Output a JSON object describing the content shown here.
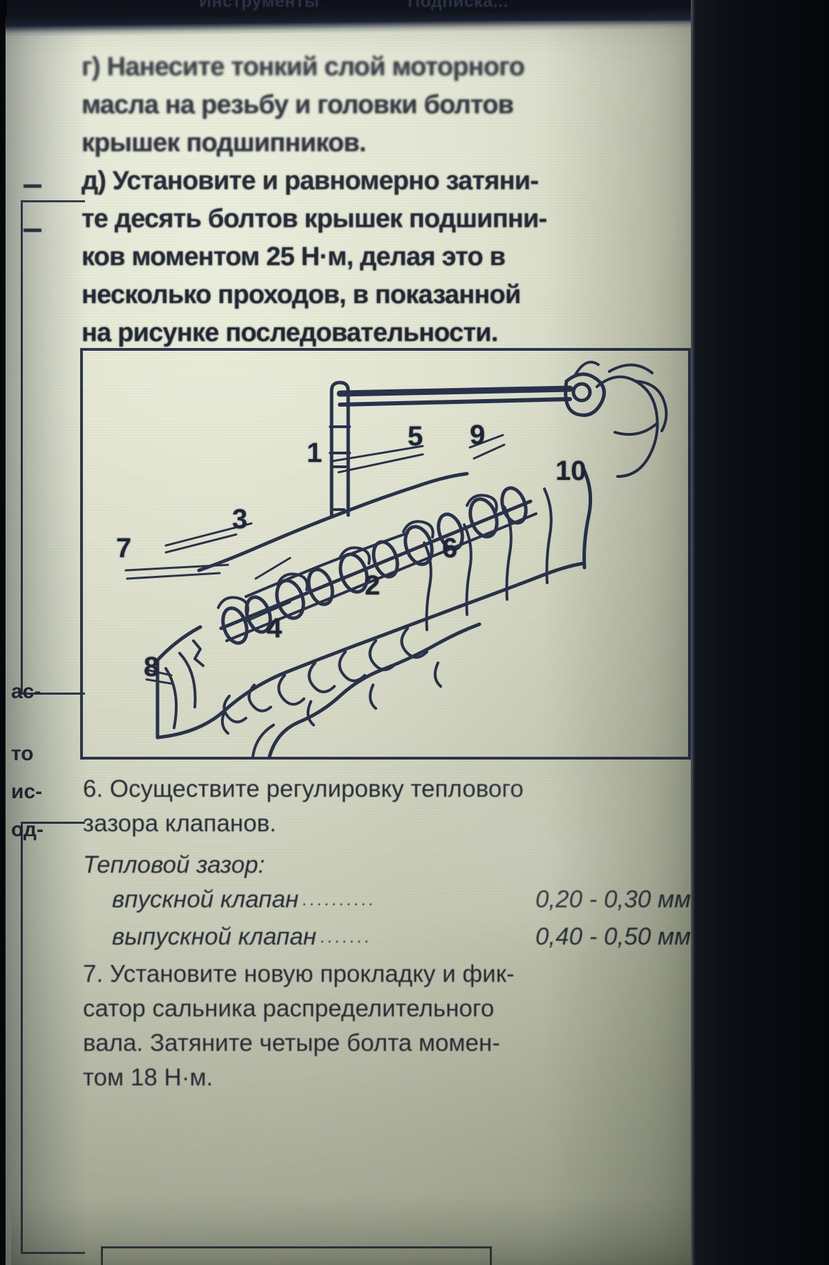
{
  "app_chrome": {
    "menu_items": [
      "Инструменты",
      "Подписка..."
    ]
  },
  "document": {
    "language": "ru",
    "left_column_fragments": [
      "ас-",
      "то",
      "ис-",
      "од-"
    ],
    "top_instruction": {
      "lines": [
        "г) Нанесите тонкий слой моторного",
        "масла на резьбу и головки болтов",
        "крышек подшипников.",
        "д) Установите и равномерно затяни-",
        "те десять болтов крышек подшипни-",
        "ков моментом 25 Н·м, делая это в",
        "несколько проходов, в показанной",
        "на рисунке последовательности."
      ]
    },
    "figure": {
      "caption": "",
      "bolt_sequence_labels": [
        "1",
        "2",
        "3",
        "4",
        "5",
        "6",
        "7",
        "8",
        "9",
        "10"
      ],
      "description": "Последовательность затяжки болтов крышек подшипников распределительного вала"
    },
    "lower_instructions": {
      "step6_lines": [
        "6. Осуществите регулировку теплового",
        "зазора клапанов."
      ],
      "spec_heading": "Тепловой зазор:",
      "specs": [
        {
          "label": "впускной клапан",
          "dots": "..........",
          "value": "0,20 - 0,30 мм"
        },
        {
          "label": "выпускной клапан",
          "dots": ".......",
          "value": "0,40 - 0,50 мм"
        }
      ],
      "step7_lines": [
        "7. Установите новую прокладку и фик-",
        "сатор сальника  распределительного",
        "вала. Затяните четыре болта момен-",
        "том 18 Н·м."
      ]
    }
  },
  "colors": {
    "paper": "#dfe2cd",
    "ink": "#131a28",
    "figure_border": "#1d2740",
    "chrome": "#0e1118"
  }
}
